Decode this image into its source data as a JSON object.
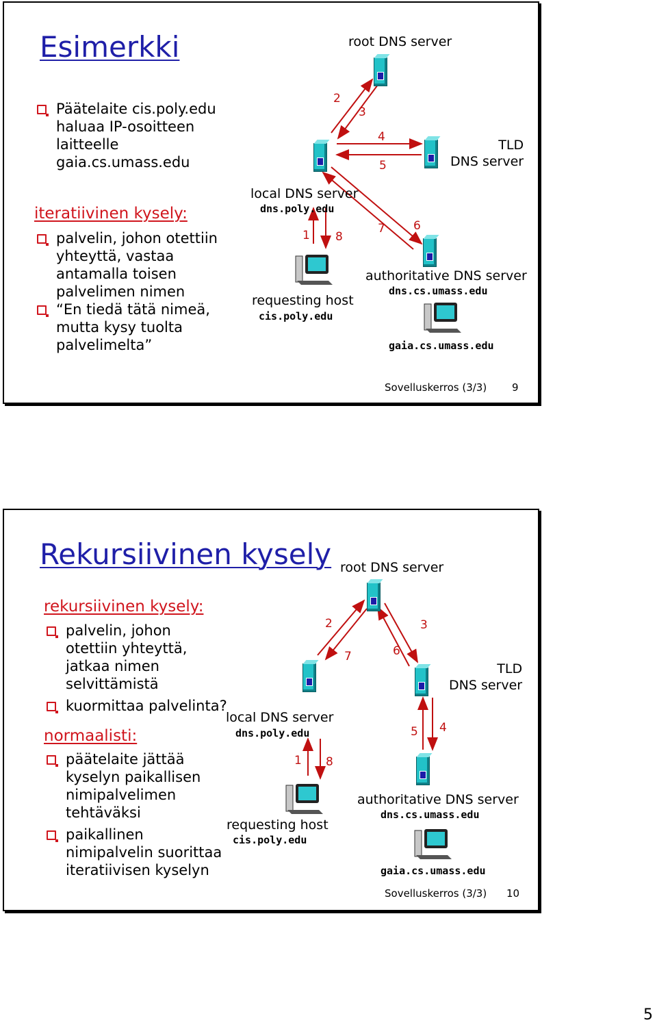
{
  "slides": [
    {
      "title": "Esimerkki",
      "intro_bullet": "Päätelaite cis.poly.edu\nhaluaa IP-osoitteen\nlaitteelle\ngaia.cs.umass.edu",
      "section_heading": "iteratiivinen kysely:",
      "bullets": [
        "palvelin, johon otettiin\nyhteyttä, vastaa\nantamalla toisen\npalvelimen nimen",
        "“En tiedä tätä nimeä,\nmutta kysy tuolta\npalvelimelta”"
      ],
      "diagram": {
        "root_label": "root DNS server",
        "tld_label": "TLD\nDNS server",
        "local_label": "local DNS server",
        "local_host": "dns.poly.edu",
        "requesting_label": "requesting host",
        "requesting_host": "cis.poly.edu",
        "auth_label": "authoritative DNS server",
        "auth_host": "dns.cs.umass.edu",
        "target_host": "gaia.cs.umass.edu",
        "steps": [
          "1",
          "2",
          "3",
          "4",
          "5",
          "6",
          "7",
          "8"
        ]
      },
      "footer": "Sovelluskerros (3/3)",
      "page": "9"
    },
    {
      "title": "Rekursiivinen kysely",
      "section_heading": "rekursiivinen kysely:",
      "bullets": [
        "palvelin, johon\notettiin yhteyttä,\njatkaa nimen\nselvittämistä",
        "kuormittaa palvelinta?"
      ],
      "section_heading_2": "normaalisti:",
      "bullets_2": [
        "päätelaite jättää\nkyselyn paikallisen\nnimipalvelimen\ntehtäväksi",
        "paikallinen\nnimipalvelin suorittaa\niteratiivisen kyselyn"
      ],
      "diagram": {
        "root_label": "root DNS server",
        "tld_label": "TLD\nDNS server",
        "local_label": "local DNS server",
        "local_host": "dns.poly.edu",
        "requesting_label": "requesting host",
        "requesting_host": "cis.poly.edu",
        "auth_label": "authoritative DNS server",
        "auth_host": "dns.cs.umass.edu",
        "target_host": "gaia.cs.umass.edu",
        "steps": [
          "1",
          "2",
          "3",
          "4",
          "5",
          "6",
          "7",
          "8"
        ]
      },
      "footer": "Sovelluskerros (3/3)",
      "page": "10"
    }
  ],
  "document_page": "5",
  "colors": {
    "title": "#1f1fa8",
    "heading": "#d0151d",
    "arrow": "#c01010",
    "server": "#22c2c8"
  }
}
